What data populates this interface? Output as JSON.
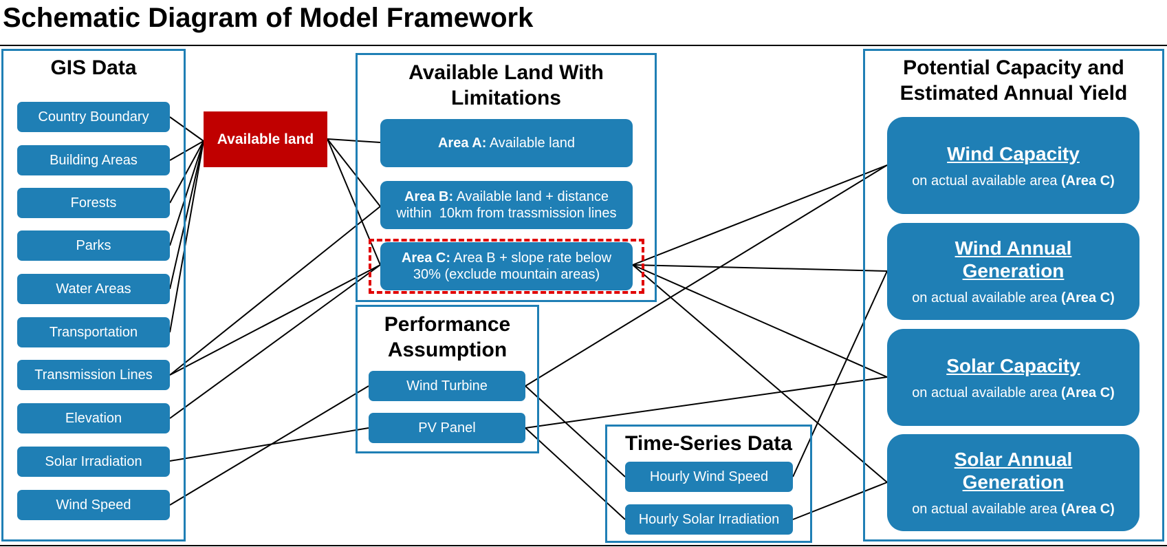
{
  "title": "Schematic Diagram of Model Framework",
  "colors": {
    "panel_border": "#1f7fb5",
    "box_fill": "#1f7fb5",
    "highlight": "#c00000",
    "dash": "#e00000"
  },
  "gis": {
    "title": "GIS Data",
    "items": [
      "Country Boundary",
      "Building Areas",
      "Forests",
      "Parks",
      "Water Areas",
      "Transportation",
      "Transmission Lines",
      "Elevation",
      "Solar Irradiation",
      "Wind Speed"
    ]
  },
  "available_land": {
    "label": "Available land"
  },
  "limits": {
    "title_line1": "Available Land With",
    "title_line2": "Limitations",
    "areas": [
      {
        "name": "Area A:",
        "line1": "Available land",
        "line2": ""
      },
      {
        "name": "Area B:",
        "line1": "Available land + distance",
        "line2": "within  10km from trassmission lines"
      },
      {
        "name": "Area C:",
        "line1": "Area B + slope rate below",
        "line2": "30% (exclude mountain areas)"
      }
    ]
  },
  "performance": {
    "title_line1": "Performance",
    "title_line2": "Assumption",
    "items": [
      "Wind Turbine",
      "PV Panel"
    ]
  },
  "timeseries": {
    "title": "Time-Series Data",
    "items": [
      "Hourly Wind Speed",
      "Hourly Solar Irradiation"
    ]
  },
  "outputs": {
    "title_line1": "Potential Capacity and",
    "title_line2": "Estimated Annual Yield",
    "items": [
      {
        "line1": "Wind Capacity",
        "line2": "",
        "sub": "on actual available area",
        "sub_bold": "(Area C)"
      },
      {
        "line1": "Wind Annual",
        "line2": "Generation",
        "sub": "on actual available area",
        "sub_bold": "(Area C)"
      },
      {
        "line1": "Solar Capacity",
        "line2": "",
        "sub": "on actual available area",
        "sub_bold": "(Area C)"
      },
      {
        "line1": "Solar Annual",
        "line2": "Generation",
        "sub": "on actual available area",
        "sub_bold": "(Area C)"
      }
    ]
  }
}
